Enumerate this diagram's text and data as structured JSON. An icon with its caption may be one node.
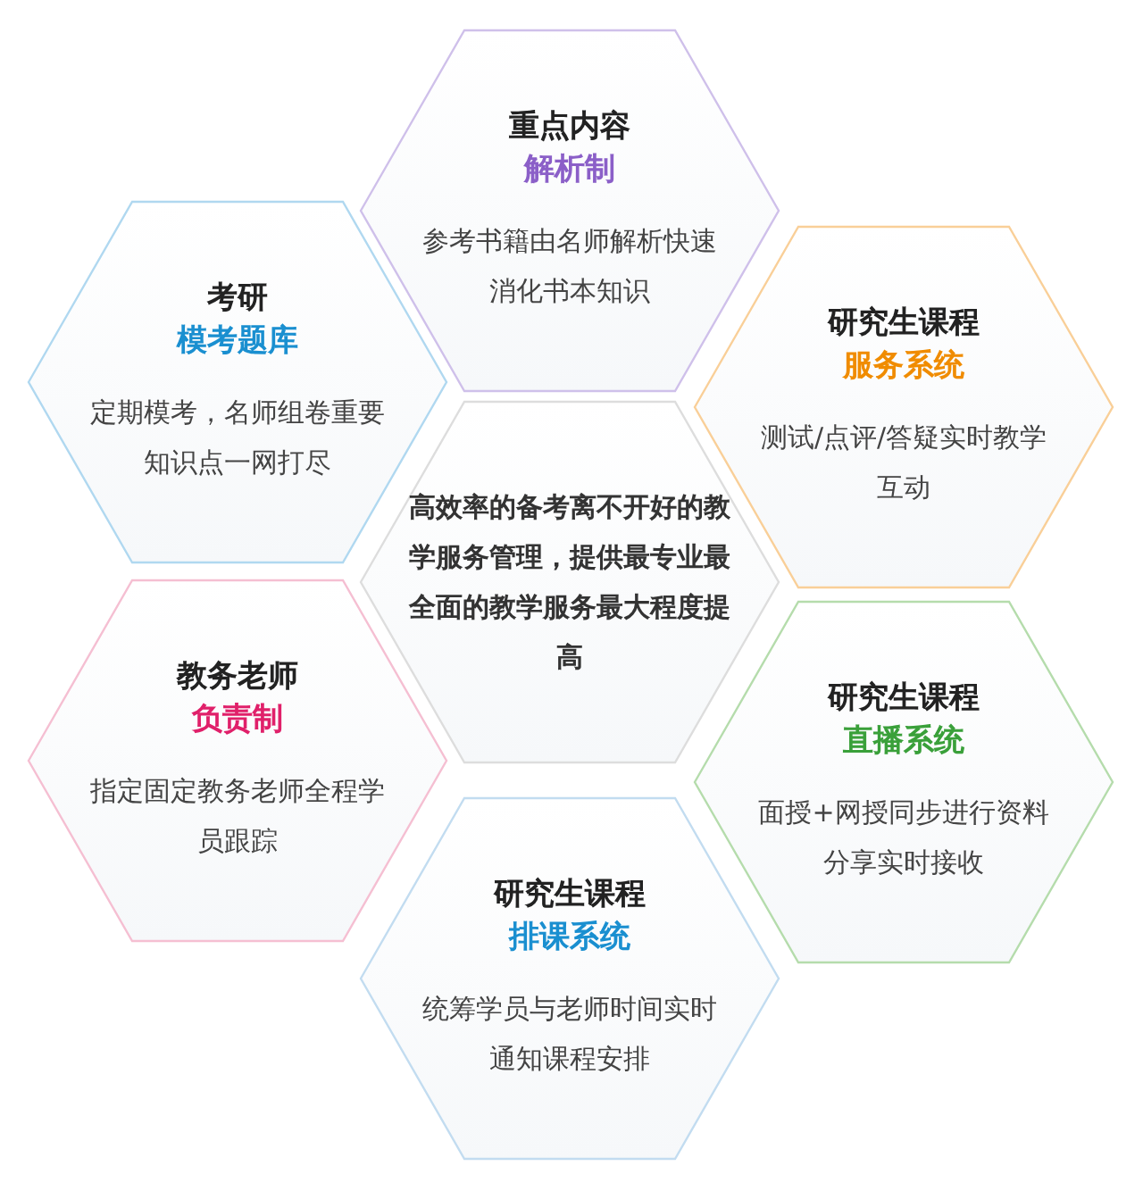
{
  "diagram": {
    "nodes": [
      {
        "text": [
          "重点内容",
          "解析制",
          "参考书籍由名师解析快速消化书本知识"
        ]
      },
      {
        "text": [
          "考研",
          "模考题库",
          "定期模考，名师组卷重要知识点一网打尽"
        ]
      },
      {
        "text": [
          "研究生课程",
          "服务系统",
          "测试/点评/答疑实时教学互动"
        ]
      },
      {
        "text": [
          "高效率的备考离不开好的教学服务管理，提供最专业最全面的教学服务最大程度提高"
        ]
      },
      {
        "text": [
          "教务老师",
          "负责制",
          "指定固定教务老师全程学员跟踪"
        ]
      },
      {
        "text": [
          "研究生课程",
          "直播系统",
          "面授+网授同步进行资料分享实时接收"
        ]
      },
      {
        "text": [
          "研究生课程",
          "排课系统",
          "统筹学员与老师时间实时通知课程安排"
        ]
      }
    ]
  }
}
